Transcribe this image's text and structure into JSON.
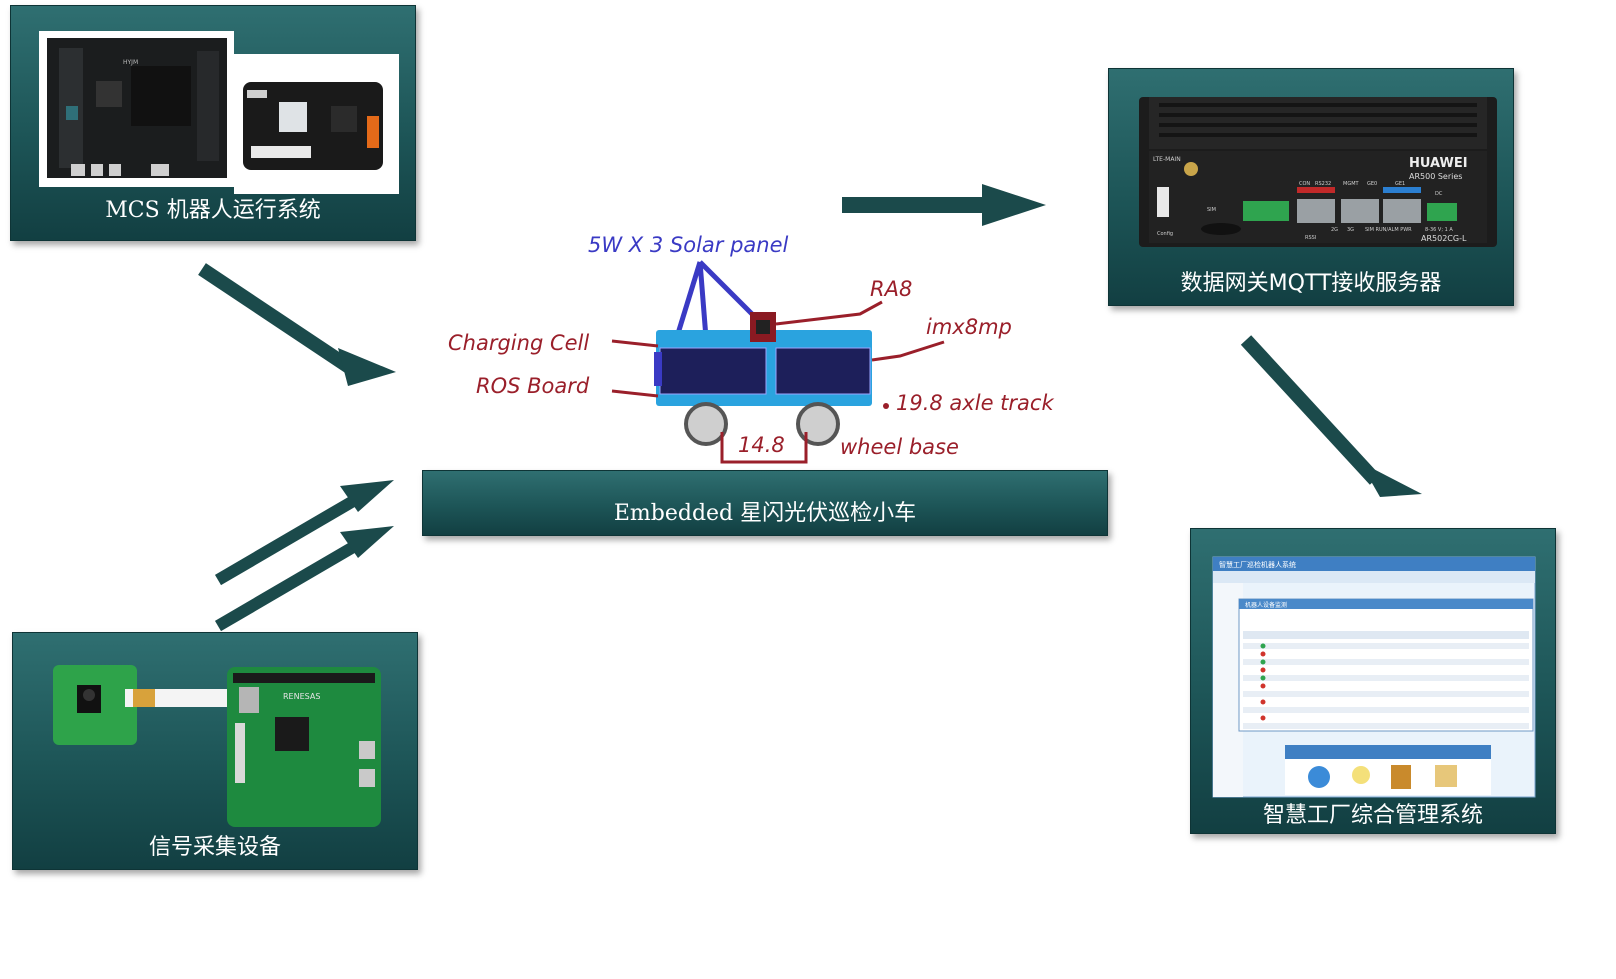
{
  "nodes": {
    "mcs": {
      "label": "MCS 机器人运行系统"
    },
    "gateway": {
      "label": "数据网关MQTT接收服务器",
      "device_brand": "HUAWEI",
      "device_series": "AR500 Series",
      "device_model": "AR502CG-L",
      "port_labels": [
        "LTE-MAIN",
        "CON",
        "RS232",
        "MGMT",
        "GE0",
        "GE1",
        "DC",
        "Config",
        "SIM",
        "RSSI",
        "2G",
        "3G",
        "SIM RUN/ALM PWR",
        "8-36 V; 1 A"
      ]
    },
    "vehicle": {
      "label": "Embedded 星闪光伏巡检小车"
    },
    "sensor": {
      "label": "信号采集设备",
      "board_brand": "RENESAS"
    },
    "factory": {
      "label": "智慧工厂综合管理系统",
      "window_title": "智慧工厂巡检机器人系统",
      "inner_title": "机器人设备监测"
    }
  },
  "vehicle_annotations": {
    "solar": "5W X 3 Solar panel",
    "ra8": "RA8",
    "imx": "imx8mp",
    "charging": "Charging Cell",
    "ros": "ROS Board",
    "axle": "19.8 axle track",
    "wheel_value": "14.8",
    "wheel_label": "wheel base"
  },
  "colors": {
    "panel_dark": "#123f42",
    "panel_light": "#2f6f71",
    "arrow": "#1b4a4b",
    "annotation_red": "#9a1f2a",
    "annotation_blue": "#3a3ac4",
    "solar_cell": "#1d1f5a",
    "chassis": "#2aa3df"
  },
  "icons": [
    "arrow-right",
    "arrow-down-right",
    "arrow-up-right",
    "wheel-icon",
    "router-icon",
    "circuit-board-icon",
    "camera-module-icon",
    "globe-icon",
    "lightbulb-icon",
    "book-icon",
    "easel-icon"
  ]
}
